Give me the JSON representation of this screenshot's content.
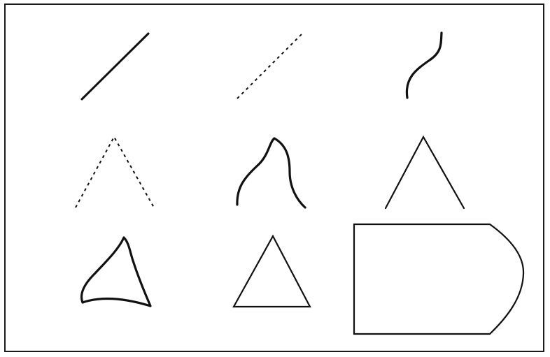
{
  "figure": {
    "shapes": [
      "straight-line-segment",
      "dashed-line-segment",
      "curved-line-segment",
      "dashed-angle",
      "curved-open-shape",
      "solid-angle",
      "curved-triangle",
      "triangle",
      "pentagon-with-curved-side"
    ],
    "colors": {
      "stroke": "#111111",
      "border": "#1a1a1a",
      "background": "#ffffff"
    }
  }
}
